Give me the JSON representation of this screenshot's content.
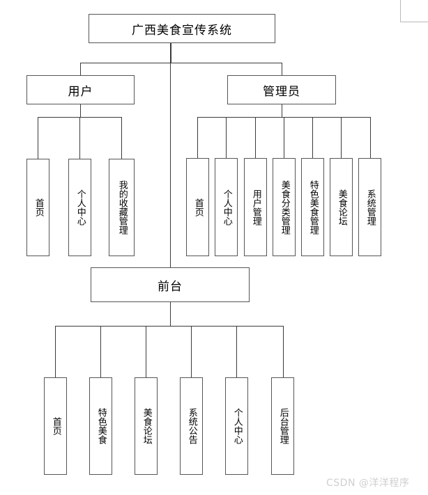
{
  "diagram": {
    "title": "广西美食宣传系统",
    "root": {
      "label": "广西美食宣传系统"
    },
    "branches": [
      {
        "key": "user",
        "label": "用户",
        "children": [
          {
            "label": "首页"
          },
          {
            "label": "个人中心"
          },
          {
            "label": "我的收藏管理"
          }
        ]
      },
      {
        "key": "admin",
        "label": "管理员",
        "children": [
          {
            "label": "首页"
          },
          {
            "label": "个人中心"
          },
          {
            "label": "用户管理"
          },
          {
            "label": "美食分类管理"
          },
          {
            "label": "特色美食管理"
          },
          {
            "label": "美食论坛"
          },
          {
            "label": "系统管理"
          }
        ]
      },
      {
        "key": "frontend",
        "label": "前台",
        "children": [
          {
            "label": "首页"
          },
          {
            "label": "特色美食"
          },
          {
            "label": "美食论坛"
          },
          {
            "label": "系统公告"
          },
          {
            "label": "个人中心"
          },
          {
            "label": "后台管理"
          }
        ]
      }
    ]
  },
  "watermark": {
    "text": "CSDN @洋洋程序"
  },
  "colors": {
    "background": "#ffffff",
    "box_border": "#555555",
    "connector": "#3a3a3a",
    "text": "#000000",
    "watermark": "#cfcfcf",
    "frame": "#b9b9b9"
  }
}
